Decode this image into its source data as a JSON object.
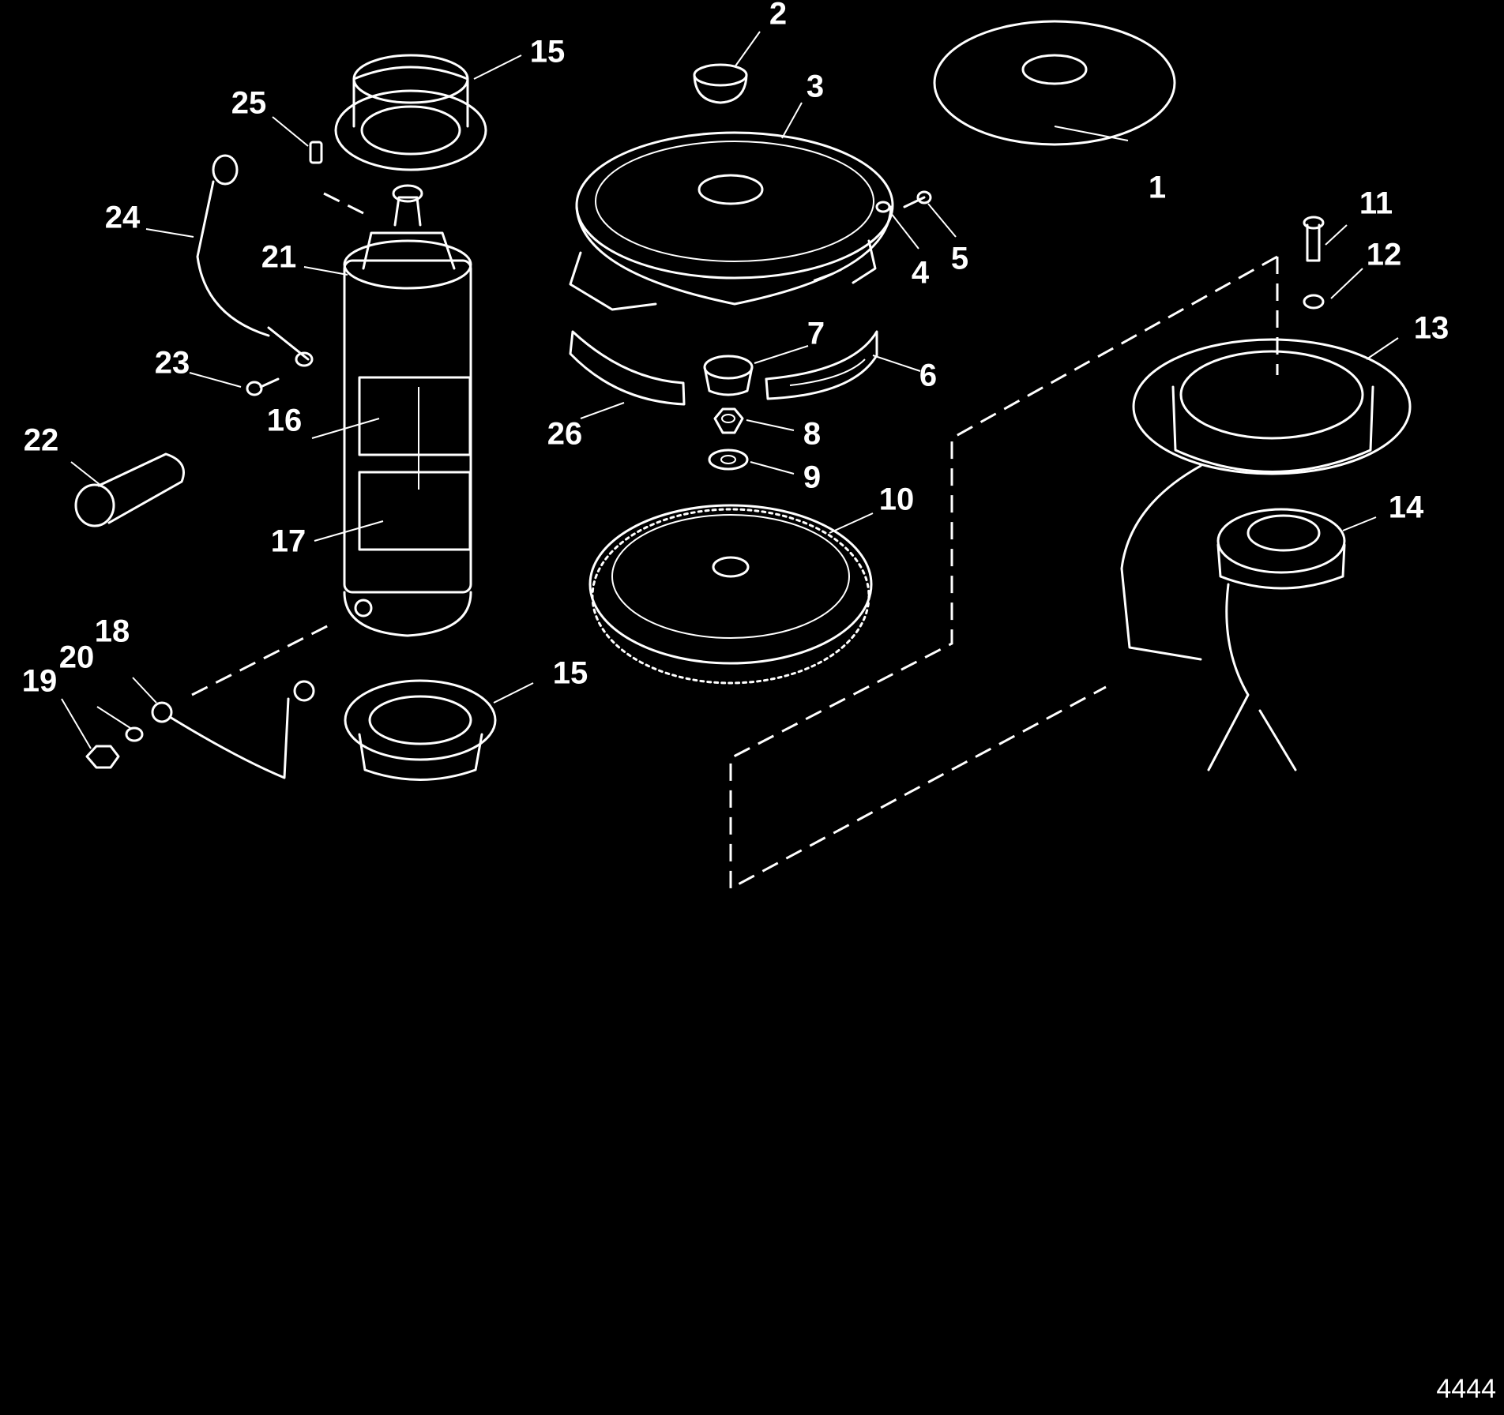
{
  "labels": {
    "l1": "1",
    "l2": "2",
    "l3": "3",
    "l4": "4",
    "l5": "5",
    "l6": "6",
    "l7": "7",
    "l8": "8",
    "l9": "9",
    "l10": "10",
    "l11": "11",
    "l12": "12",
    "l13": "13",
    "l14": "14",
    "l15a": "15",
    "l15b": "15",
    "l16": "16",
    "l17": "17",
    "l18": "18",
    "l19": "19",
    "l20": "20",
    "l21": "21",
    "l22": "22",
    "l23": "23",
    "l24": "24",
    "l25": "25",
    "l26": "26"
  },
  "figure_number": "4444"
}
